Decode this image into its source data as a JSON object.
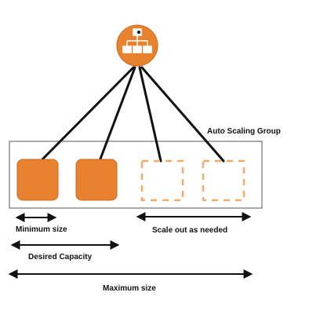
{
  "diagram": {
    "group_label": "Auto Scaling Group",
    "labels": {
      "minimum_size": "Minimum size",
      "scale_out": "Scale out as needed",
      "desired_capacity": "Desired Capacity",
      "maximum_size": "Maximum size"
    },
    "icons": {
      "load_balancer": "load-balancer-icon"
    },
    "colors": {
      "instance_fill": "#e8822f",
      "instance_stroke": "#c96a1f",
      "placeholder_stroke": "#f0a968",
      "line": "#111111",
      "group_border": "#555555"
    },
    "instances": {
      "running": 2,
      "placeholder": 2
    }
  }
}
